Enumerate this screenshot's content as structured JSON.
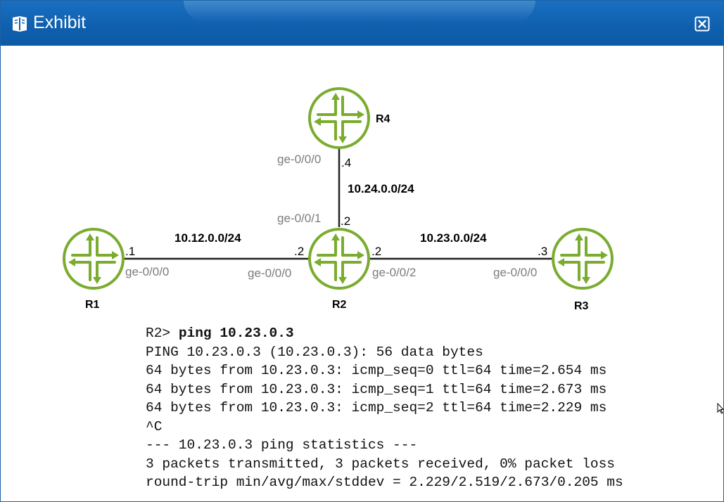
{
  "window": {
    "title": "Exhibit",
    "app_icon": "book-icon",
    "close_icon": "close-icon"
  },
  "diagram": {
    "routers": {
      "r1": {
        "name": "R1"
      },
      "r2": {
        "name": "R2"
      },
      "r3": {
        "name": "R3"
      },
      "r4": {
        "name": "R4"
      }
    },
    "links": {
      "r1_r2": {
        "subnet": "10.12.0.0/24",
        "r1_ip": ".1",
        "r1_iface": "ge-0/0/0",
        "r2_ip": ".2",
        "r2_iface": "ge-0/0/0"
      },
      "r2_r3": {
        "subnet": "10.23.0.0/24",
        "r2_ip": ".2",
        "r2_iface": "ge-0/0/2",
        "r3_ip": ".3",
        "r3_iface": "ge-0/0/0"
      },
      "r2_r4": {
        "subnet": "10.24.0.0/24",
        "r4_ip": ".4",
        "r4_iface": "ge-0/0/0",
        "r2_ip": ".2",
        "r2_iface": "ge-0/0/1"
      }
    },
    "colors": {
      "router": "#7aac2f",
      "link": "#222222"
    }
  },
  "cli": {
    "prompt": "R2> ",
    "command": "ping 10.23.0.3",
    "lines": [
      "PING 10.23.0.3 (10.23.0.3): 56 data bytes",
      "64 bytes from 10.23.0.3: icmp_seq=0 ttl=64 time=2.654 ms",
      "64 bytes from 10.23.0.3: icmp_seq=1 ttl=64 time=2.673 ms",
      "64 bytes from 10.23.0.3: icmp_seq=2 ttl=64 time=2.229 ms",
      "^C",
      "--- 10.23.0.3 ping statistics ---",
      "3 packets transmitted, 3 packets received, 0% packet loss",
      "round-trip min/avg/max/stddev = 2.229/2.519/2.673/0.205 ms"
    ]
  }
}
